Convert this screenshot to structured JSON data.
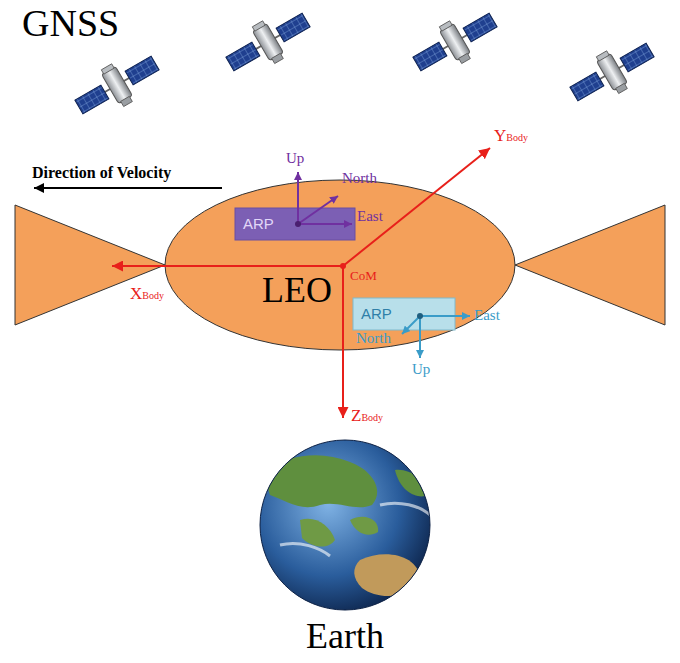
{
  "diagram": {
    "nodes": [
      {
        "text": [
          "LEO"
        ]
      },
      {
        "text": [
          "ARP"
        ],
        "in": 0
      },
      {
        "text": [
          "ARP"
        ],
        "in": 0
      },
      {
        "text": [
          "Earth"
        ]
      }
    ],
    "labels": [
      "GNSS",
      "Direction of Velocity",
      "Up",
      "North",
      "East",
      "XBody",
      "CoM",
      "YBody",
      "East",
      "North",
      "Up",
      "ZBody"
    ]
  }
}
